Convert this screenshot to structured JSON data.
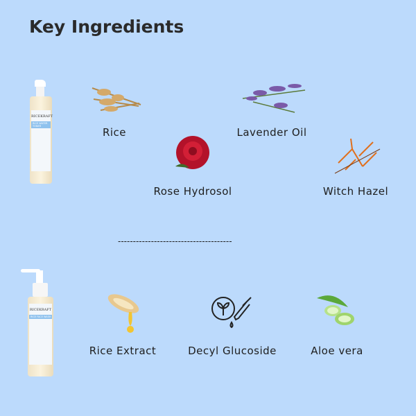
{
  "title": "Key Ingredients",
  "product1": {
    "brand": "RICEKRAFT",
    "name": "RICE WATER TONER",
    "ingredients": [
      "Rice",
      "Lavender Oil",
      "Rose Hydrosol",
      "Witch Hazel"
    ]
  },
  "divider": "--------------------------------------",
  "product2": {
    "brand": "RICEKRAFT",
    "name": "RICE FACE WASH",
    "ingredients": [
      "Rice Extract",
      "Decyl Glucoside",
      "Aloe vera"
    ]
  }
}
